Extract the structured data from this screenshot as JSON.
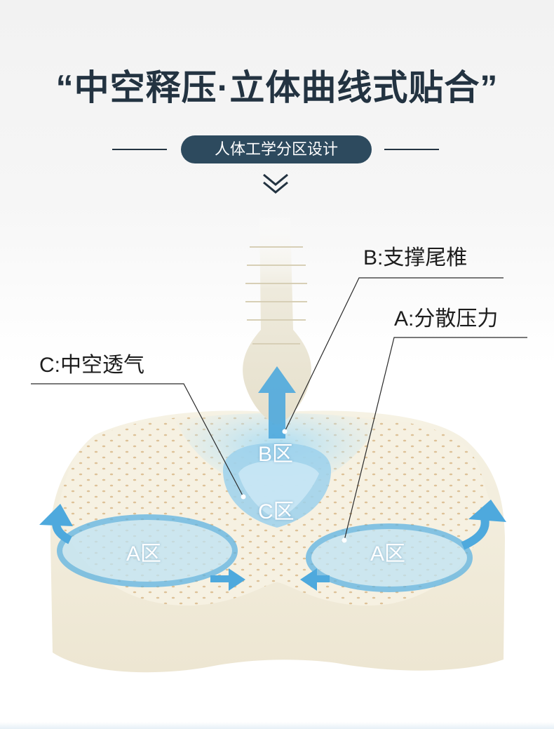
{
  "headline": "“中空释压·立体曲线式贴合”",
  "subtitle": "人体工学分区设计",
  "icons": {
    "down": "double-chevron-down-icon",
    "arrow": "airflow-arrow-icon"
  },
  "callouts": {
    "b": "B:支撑尾椎",
    "a": "A:分散压力",
    "c": "C:中空透气"
  },
  "zones": {
    "b": "B区",
    "c": "C区",
    "a_left": "A区",
    "a_right": "A区"
  },
  "colors": {
    "title": "#233341",
    "pill": "#2d4a5e",
    "cushion": "#f4efdf",
    "arrow": "#4ea9dd",
    "glow": "#9fd3ef"
  }
}
